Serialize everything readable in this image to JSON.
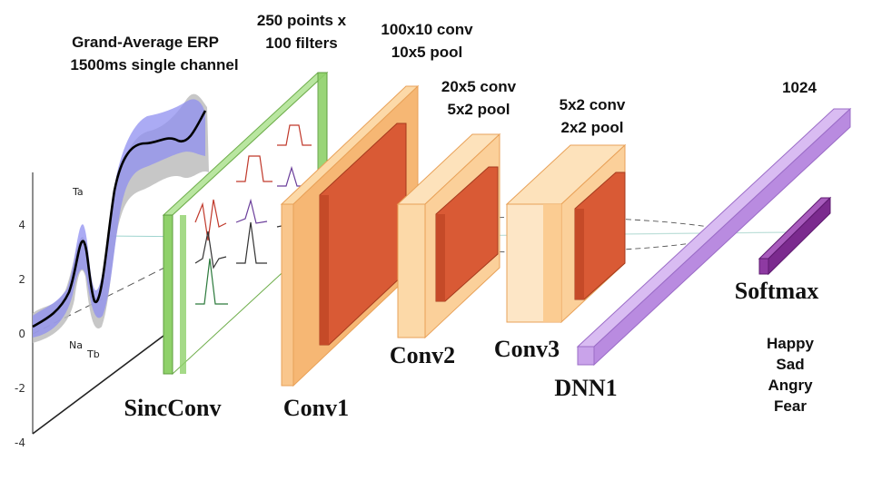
{
  "erp": {
    "title_line1": "Grand-Average ERP",
    "title_line2": "1500ms single channel",
    "y_ticks": [
      "4",
      "2",
      "0",
      "-2",
      "-4"
    ],
    "peak_labels": [
      "Ta",
      "Na",
      "Tb"
    ]
  },
  "layers": {
    "sincconv": {
      "name": "SincConv",
      "desc_line1": "250 points x",
      "desc_line2": "100 filters"
    },
    "conv1": {
      "name": "Conv1",
      "desc_line1": "100x10 conv",
      "desc_line2": "10x5 pool"
    },
    "conv2": {
      "name": "Conv2",
      "desc_line1": "20x5 conv",
      "desc_line2": "5x2 pool"
    },
    "conv3": {
      "name": "Conv3",
      "desc_line1": "5x2 conv",
      "desc_line2": "2x2 pool"
    },
    "dnn1": {
      "name": "DNN1",
      "units": "1024"
    },
    "softmax": {
      "name": "Softmax"
    }
  },
  "classes": [
    "Happy",
    "Sad",
    "Angry",
    "Fear"
  ],
  "colors": {
    "sinc_green": "#8fd16a",
    "conv_orange": "#f6b774",
    "conv_red": "#d95a35",
    "dnn_purple": "#b98be0",
    "softmax_purple": "#7b2a8e",
    "erp_band_blue": "#8f8ff0"
  }
}
